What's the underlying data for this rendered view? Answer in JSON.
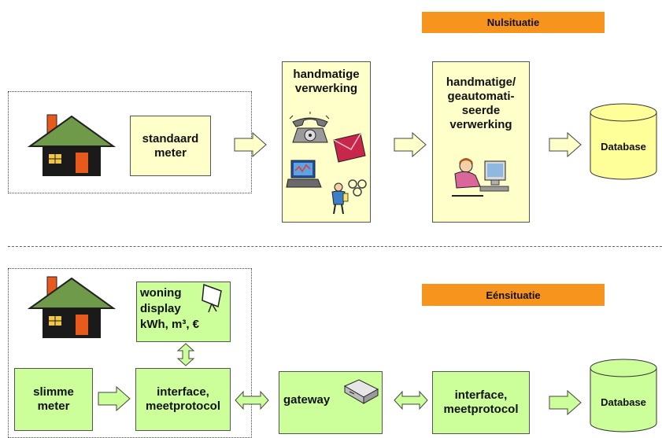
{
  "labels": {
    "top_situation": "Nulsituatie",
    "bottom_situation": "Eénsituatie"
  },
  "top_row": {
    "meter": "standaard\nmeter",
    "manual": "handmatige\nverwerking",
    "auto": "handmatige/\ngeautomati-\nseerde\nverwerking",
    "database": "Database"
  },
  "bottom_row": {
    "display": "woning\ndisplay\nkWh, m³, €",
    "meter": "slimme\nmeter",
    "interface_left": "interface,\nmeetprotocol",
    "gateway": "gateway",
    "interface_right": "interface,\nmeetprotocol",
    "database": "Database"
  },
  "colors": {
    "orange_label": "#f7941d",
    "yellow_box": "#ffffc9",
    "green_box": "#ccff99",
    "arrow_top": "#ffffc9",
    "arrow_bottom": "#ccff99"
  },
  "icons": [
    "house-icon",
    "telephone-icon",
    "envelope-icon",
    "laptop-icon",
    "worker-gears-icon",
    "computer-user-icon",
    "display-icon",
    "gateway-device-icon",
    "database-icon"
  ]
}
